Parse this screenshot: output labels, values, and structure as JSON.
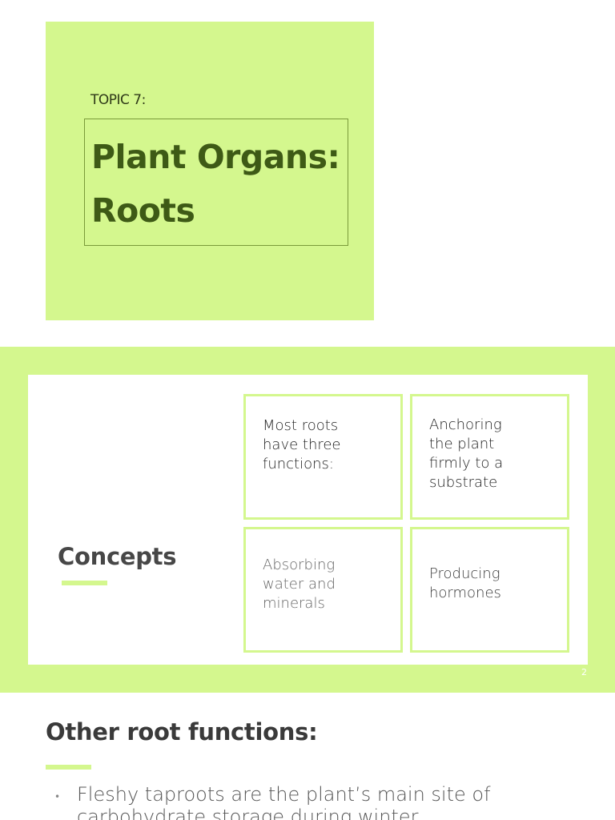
{
  "slide1": {
    "topic_label": "TOPIC 7:",
    "title_line1": "Plant Organs:",
    "title_line2": "Roots"
  },
  "slide2": {
    "heading": "Concepts",
    "cells": [
      {
        "text": "Most roots have three functions:"
      },
      {
        "text": "Anchoring the plant firmly to a substrate"
      },
      {
        "text": "Absorbing water and minerals"
      },
      {
        "text": "Producing hormones"
      }
    ],
    "page_number": "2"
  },
  "section3": {
    "heading": "Other root functions:",
    "bullets": [
      {
        "text": "Fleshy taproots are the plant’s main site of carbohydrate storage during winter"
      }
    ]
  },
  "colors": {
    "accent_green": "#d4f78e",
    "title_green": "#3e5a16"
  }
}
